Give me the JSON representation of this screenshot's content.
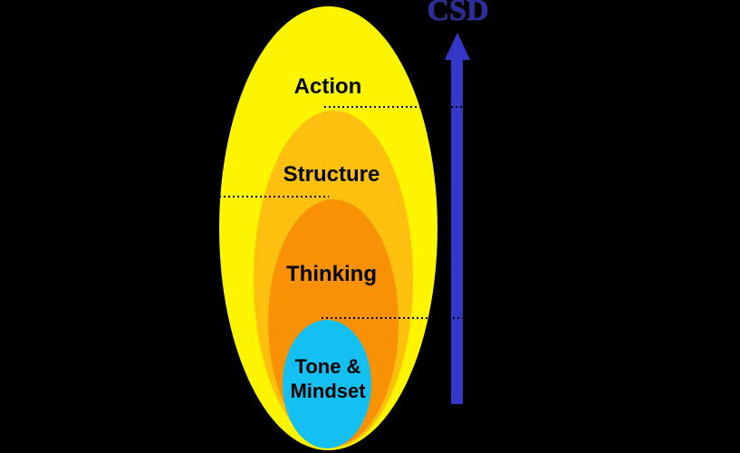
{
  "diagram": {
    "background_color": "#000000",
    "label_text_color": "#000000",
    "guide_line_color": "#000000",
    "layers": [
      {
        "id": "action",
        "label": "Action",
        "color": "#FDF500"
      },
      {
        "id": "structure",
        "label": "Structure",
        "color": "#FEC00F"
      },
      {
        "id": "thinking",
        "label": "Thinking",
        "color": "#F99104"
      },
      {
        "id": "tone_mindset",
        "label": "Tone & Mindset",
        "label_line1": "Tone &",
        "label_line2": "Mindset",
        "color": "#14C0F1"
      }
    ],
    "axis": {
      "label": "CSD",
      "text_color": "#2B2BA6",
      "arrow_color": "#3437C8",
      "direction": "up"
    }
  }
}
